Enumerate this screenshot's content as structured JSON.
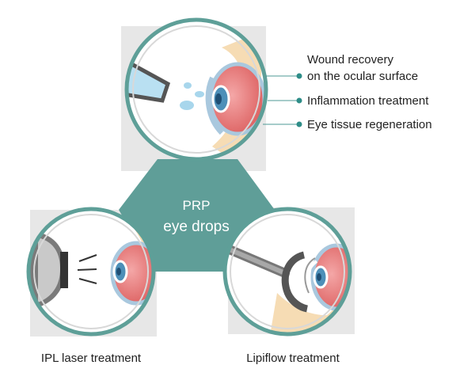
{
  "center": {
    "line1": "PRP",
    "line2": "eye drops"
  },
  "top_benefits": [
    {
      "lines": [
        "Wound recovery",
        "on the ocular surface"
      ]
    },
    {
      "lines": [
        "Inflammation treatment"
      ]
    },
    {
      "lines": [
        "Eye tissue regeneration"
      ]
    }
  ],
  "bottom_labels": {
    "left": "IPL laser treatment",
    "right": "Lipiflow treatment"
  },
  "colors": {
    "teal": "#5f9e98",
    "teal_ring": "#5e9f98",
    "skin": "#f6dcb4",
    "eye_red": "#e97d7d",
    "eye_iris": "#4d8fb8",
    "gray_bg": "#e7e7e7",
    "dropper": "#b9e0f2"
  }
}
